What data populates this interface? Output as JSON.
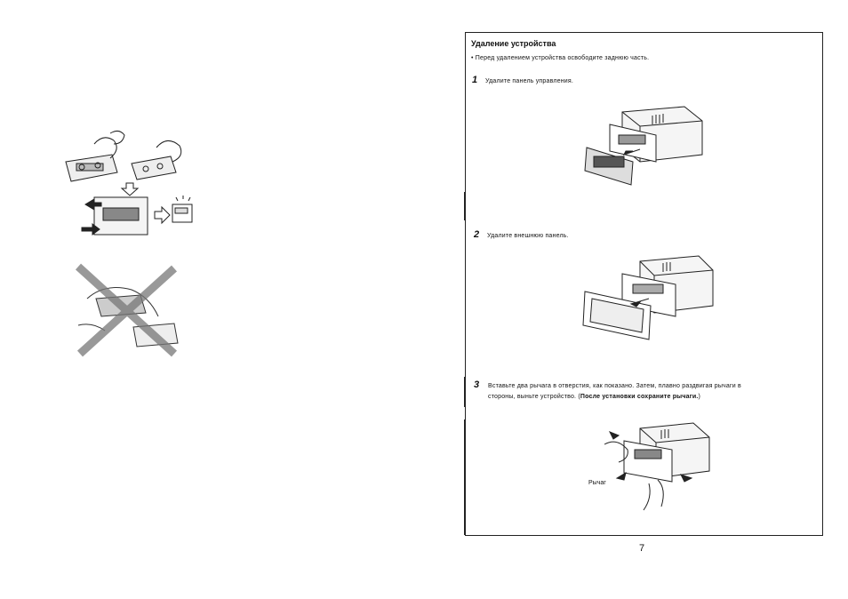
{
  "section": {
    "title": "Удаление устройства",
    "bullet": "•  Перед удалением устройства освободите заднюю часть."
  },
  "steps": [
    {
      "number": "1",
      "text": "Удалите панель управления."
    },
    {
      "number": "2",
      "text": "Удалите внешнюю панель."
    },
    {
      "number": "3",
      "text_line1": "Вставьте два рычага в отверстия, как показано. Затем, плавно раздвигая рычаги в",
      "text_line2_prefix": "стороны, выньте устройство. (",
      "text_line2_bold": "После установки сохраните рычаги.",
      "text_line2_suffix": ")"
    }
  ],
  "figures": {
    "lever_caption": "Рычаг"
  },
  "page_number": "7"
}
